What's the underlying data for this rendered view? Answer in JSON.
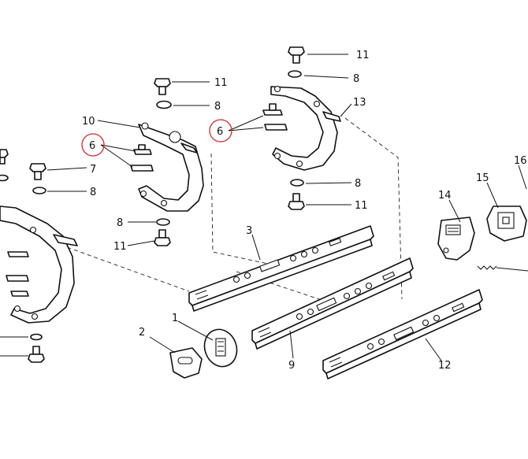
{
  "labels": {
    "l1": "1",
    "l2": "2",
    "l3": "3",
    "l6a": "6",
    "l6b": "6",
    "l7": "7",
    "l8a": "8",
    "l8b": "8",
    "l8c": "8",
    "l8d": "8",
    "l8e": "8",
    "l9": "9",
    "l10": "10",
    "l11a": "11",
    "l11b": "11",
    "l11c": "11",
    "l11d": "11",
    "l12": "12",
    "l13": "13",
    "l14": "14",
    "l15": "15",
    "l16": "16"
  },
  "colors": {
    "line": "#111111",
    "highlight": "#d9262c",
    "background": "#ffffff"
  }
}
